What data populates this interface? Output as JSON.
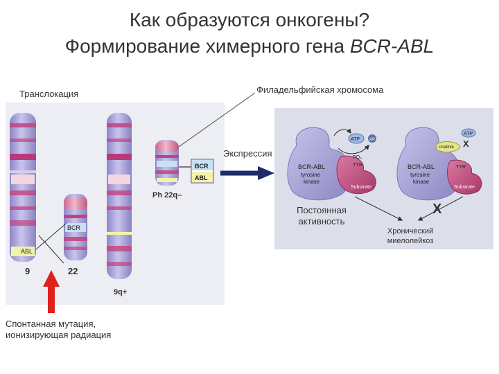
{
  "title": {
    "line1": "Как образуются онкогены?",
    "line2_prefix": "Формирование химерного гена ",
    "line2_gene": "BCR-ABL"
  },
  "labels": {
    "translocation": "Транслокация",
    "philadelphia": "Филадельфийская хромосома",
    "expression": "Экспрессия",
    "constant_activity_1": "Постоянная",
    "constant_activity_2": "активность",
    "mutation_1": "Спонтанная мутация,",
    "mutation_2": "ионизирующая радиация"
  },
  "chromosomes": {
    "chr9": "9",
    "chr22": "22",
    "chr9q": "9q+",
    "ph": "Ph 22q–",
    "bcr": "BCR",
    "abl": "ABL"
  },
  "proteins": {
    "atp": "ATP",
    "ap": "AP",
    "po4": "PO₄",
    "tyr": "TYR",
    "bcr_abl": "BCR-ABL",
    "tyrosine": "tyrosine",
    "kinase": "kinase",
    "substrate": "Substrate",
    "imatinib": "imatinib",
    "x_mark": "X"
  },
  "outcome": {
    "line1": "Хронический",
    "line2": "миелолейкоз"
  },
  "colors": {
    "chromosome_purple": "#a9a2d6",
    "chromosome_magenta": "#c2427e",
    "protein_purple": "#a7a3d6",
    "substrate_pink": "#c1537e",
    "arrow_red": "#e0201b",
    "arrow_navy": "#1f2a6b"
  }
}
